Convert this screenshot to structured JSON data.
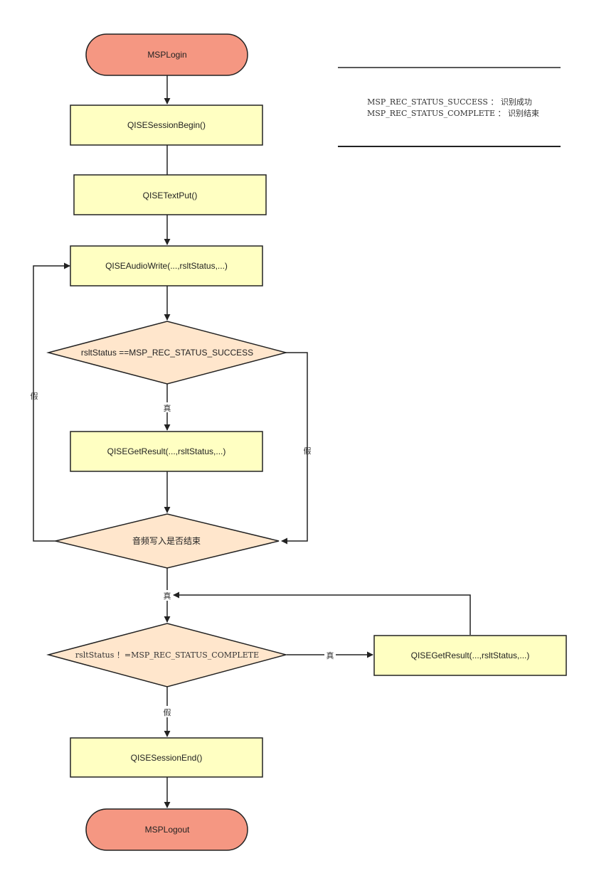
{
  "colors": {
    "terminal_fill": "#f59782",
    "process_fill": "#ffffc2",
    "decision_fill": "#ffe6cc",
    "stroke": "#222222"
  },
  "nodes": {
    "login": "MSPLogin",
    "session_begin": "QISESessionBegin()",
    "text_put": "QISETextPut()",
    "audio_write": "QISEAudioWrite(...,rsltStatus,...)",
    "decision_success": "rsltStatus ==MSP_REC_STATUS_SUCCESS",
    "get_result_1": "QISEGetResult(...,rsltStatus,...)",
    "decision_audio_end": "音频写入是否结束",
    "decision_complete": "rsltStatus ！=MSP_REC_STATUS_COMPLETE",
    "get_result_2": "QISEGetResult(...,rsltStatus,...)",
    "session_end": "QISESessionEnd()",
    "logout": "MSPLogout"
  },
  "edge_labels": {
    "true": "真",
    "false": "假"
  },
  "legend": {
    "line1": "MSP_REC_STATUS_SUCCESS ： 识别成功",
    "line2": "MSP_REC_STATUS_COMPLETE ： 识别结束"
  }
}
